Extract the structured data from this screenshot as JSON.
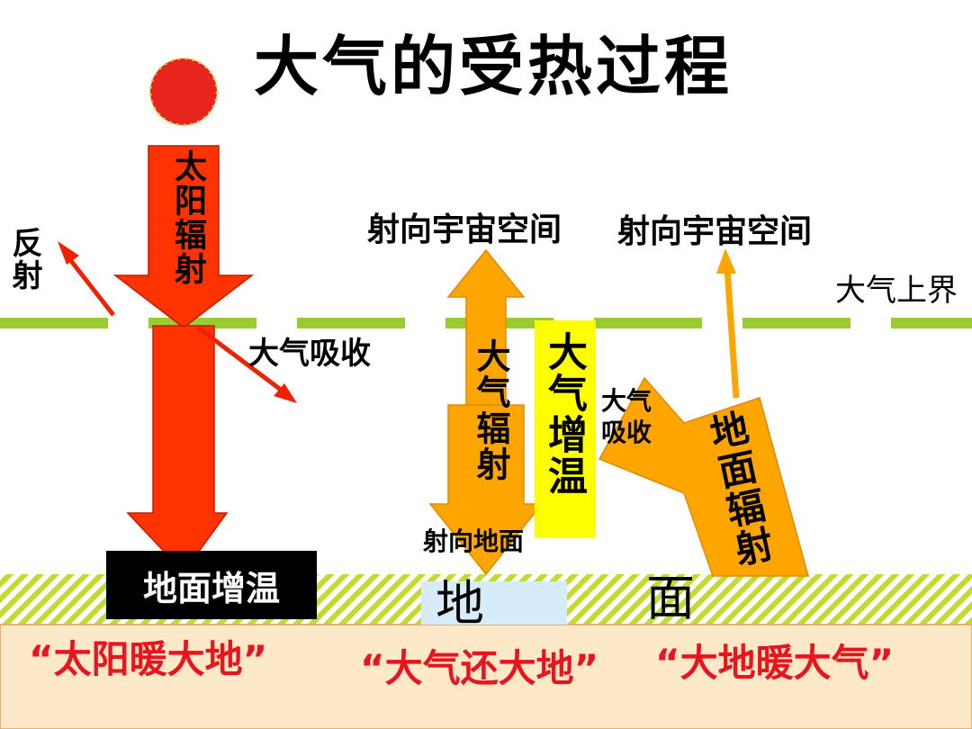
{
  "title": "大气的受热过程",
  "sun_label": "太阳辐射",
  "reflect_label": "反射",
  "atmos_absorb_left": "大气吸收",
  "ground_warm_label": "地面增温",
  "to_space_1": "射向宇宙空间",
  "to_space_2": "射向宇宙空间",
  "atmos_top_label": "大气上界",
  "atmos_radiation": "大气辐射",
  "to_ground": "射向地面",
  "atmos_warm": "大气增温",
  "atmos_absorb_right": "大气吸收",
  "ground_radiation": "地面辐射",
  "ground_word_1": "地",
  "ground_word_2": "面",
  "phrase_1": "“太阳暖大地”",
  "phrase_2": "“大气还大地”",
  "phrase_3": "“大地暖大气”",
  "colors": {
    "sun": "#e8241e",
    "solar_arrow": "#ff3300",
    "orange_arrow": "#ffa500",
    "atmos_line": "#99cc33",
    "bottom_band": "#fde9c8",
    "hatch": "#c6d832"
  }
}
